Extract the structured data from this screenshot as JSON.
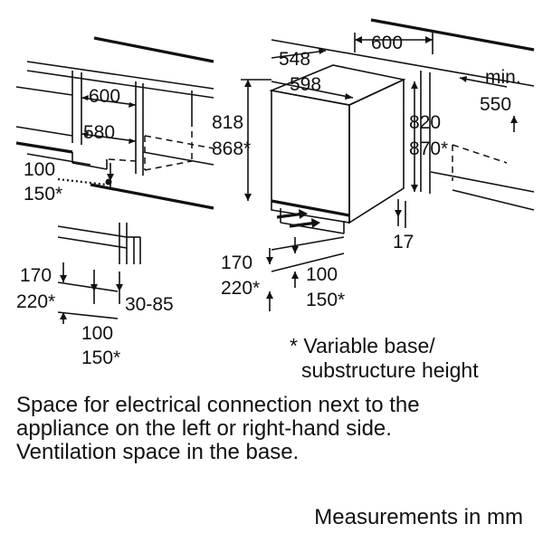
{
  "left_niche": {
    "width": "600",
    "inner_width": "580",
    "plinth_height": "100",
    "plinth_height_alt": "150*"
  },
  "left_plinth_detail": {
    "height": "170",
    "height_alt": "220*",
    "depth": "30-85",
    "gap": "100",
    "gap_alt": "150*"
  },
  "appliance": {
    "depth_outer": "548",
    "depth": "598",
    "height": "818",
    "height_alt": "868*",
    "plinth_height": "170",
    "plinth_height_alt": "220*",
    "plinth_gap": "100",
    "plinth_gap_alt": "150*",
    "foot": "17"
  },
  "right_niche": {
    "width": "600",
    "min_label": "min.",
    "min_value": "550",
    "height": "820",
    "height_alt": "870*"
  },
  "footnote": [
    "* Variable base/",
    "substructure height"
  ],
  "caption": [
    "Space for electrical connection next to the",
    "appliance on the left or right-hand side.",
    "Ventilation space in the base."
  ],
  "units_note": "Measurements in mm"
}
